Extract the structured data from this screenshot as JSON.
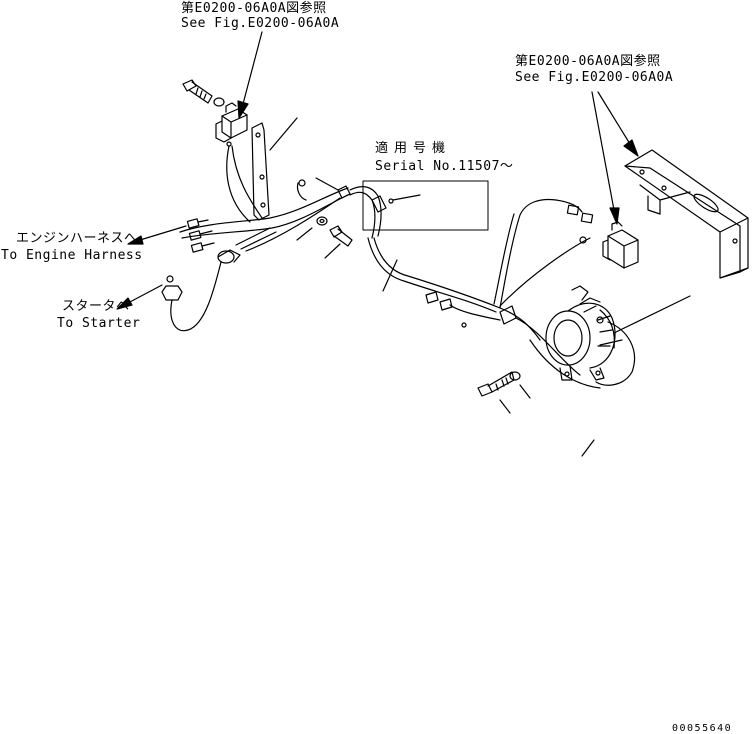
{
  "labels": {
    "ref_top_jp": "第E0200-06A0A図参照",
    "ref_top_en": "See Fig.E0200-06A0A",
    "ref_right_jp": "第E0200-06A0A図参照",
    "ref_right_en": "See Fig.E0200-06A0A",
    "serial_jp": "適用号機",
    "serial_en": "Serial No.11507～",
    "engine_harness_jp": "エンジンハーネスへ",
    "engine_harness_en": "To Engine Harness",
    "starter_jp": "スタータへ",
    "starter_en": "To Starter",
    "drawing_number": "00055640"
  }
}
